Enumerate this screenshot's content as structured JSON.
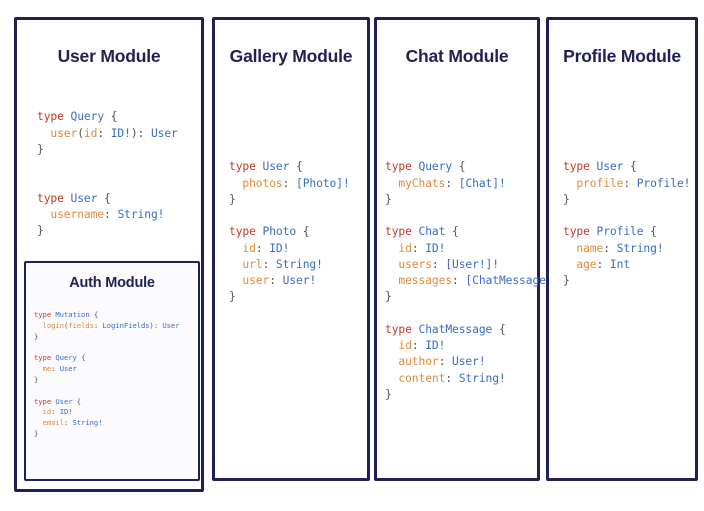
{
  "page": {
    "background": "#ffffff",
    "border_color": "#1d2155",
    "title_color": "#1d2155"
  },
  "syntax_colors": {
    "keyword": "#c0392b",
    "type": "#3b6bc4",
    "field": "#e08a3c",
    "punctuation": "#555555"
  },
  "panels": [
    {
      "id": "user",
      "title": "User Module",
      "code": "type Query {\n  user(id: ID!): User\n}\n\n\ntype User {\n  username: String!\n}",
      "nested": {
        "id": "auth",
        "title": "Auth Module",
        "code": "type Mutation {\n  login(fields: LoginFields): User\n}\n\ntype Query {\n  me: User\n}\n\ntype User {\n  id: ID!\n  email: String!\n}"
      }
    },
    {
      "id": "gallery",
      "title": "Gallery Module",
      "code": "type User {\n  photos: [Photo]!\n}\n\ntype Photo {\n  id: ID!\n  url: String!\n  user: User!\n}"
    },
    {
      "id": "chat",
      "title": "Chat Module",
      "code": "type Query {\n  myChats: [Chat]!\n}\n\ntype Chat {\n  id: ID!\n  users: [User!]!\n  messages: [ChatMessage]!\n}\n\ntype ChatMessage {\n  id: ID!\n  author: User!\n  content: String!\n}"
    },
    {
      "id": "profile",
      "title": "Profile Module",
      "code": "type User {\n  profile: Profile!\n}\n\ntype Profile {\n  name: String!\n  age: Int\n}"
    }
  ]
}
